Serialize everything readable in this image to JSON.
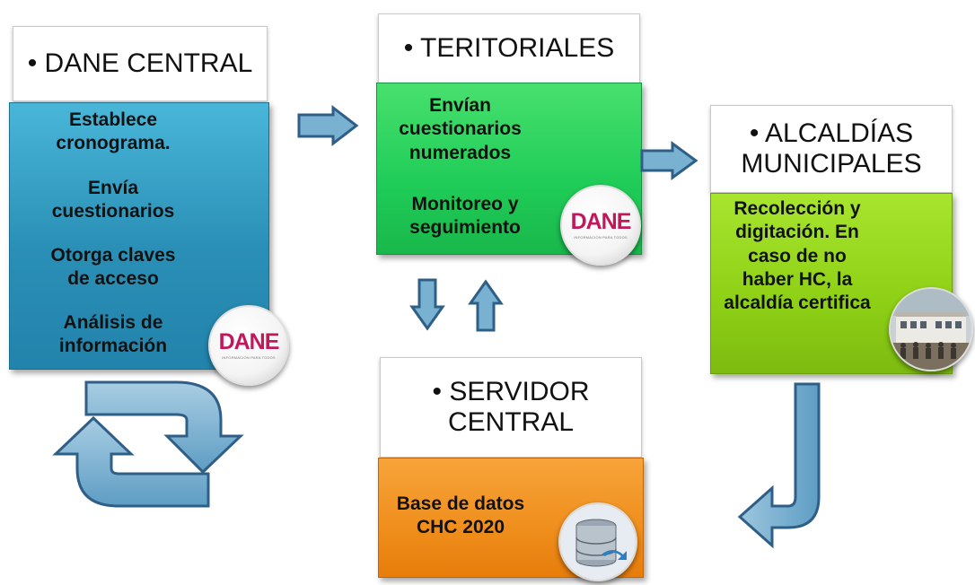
{
  "boxes": {
    "dane_central": {
      "title": "• DANE CENTRAL",
      "items": [
        "Establece cronograma.",
        "Envía cuestionarios",
        "Otorga claves de acceso",
        "Análisis de información"
      ]
    },
    "teritoriales": {
      "title": "• TERITORIALES",
      "items": [
        "Envían cuestionarios numerados",
        "Monitoreo y seguimiento"
      ]
    },
    "alcaldias": {
      "title_line1": "• ALCALDÍAS",
      "title_line2": "MUNICIPALES",
      "items": [
        "Recolección y digitación. En caso de no haber HC, la alcaldía certifica"
      ]
    },
    "servidor": {
      "title_line1": "• SERVIDOR",
      "title_line2": "CENTRAL",
      "items": [
        "Base de datos CHC 2020"
      ]
    }
  },
  "logo": {
    "text": "DANE",
    "subtext": "INFORMACIÓN PARA TODOS"
  },
  "colors": {
    "arrow": "#6aa7c7",
    "arrow_outline": "#2f5f86"
  }
}
